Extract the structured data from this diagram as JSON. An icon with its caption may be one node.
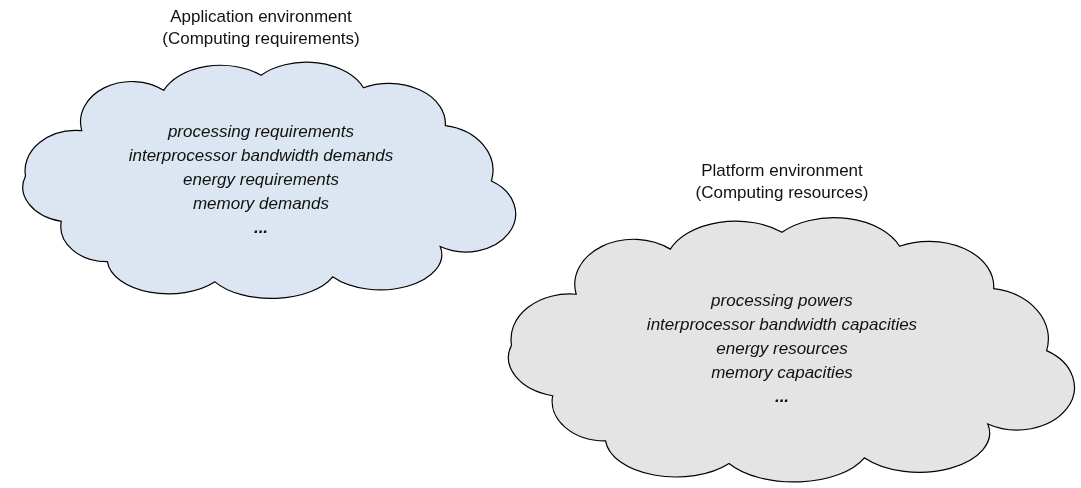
{
  "diagram": {
    "nodes": [
      {
        "text": [
          "Application environment (Computing requirements)",
          "processing requirements",
          "interprocessor bandwidth demands",
          "energy requirements",
          "memory demands",
          "..."
        ]
      },
      {
        "text": [
          "Platform environment (Computing resources)",
          "processing powers",
          "interprocessor bandwidth capacities",
          "energy resources",
          "memory capacities",
          "..."
        ]
      }
    ],
    "edges": []
  }
}
